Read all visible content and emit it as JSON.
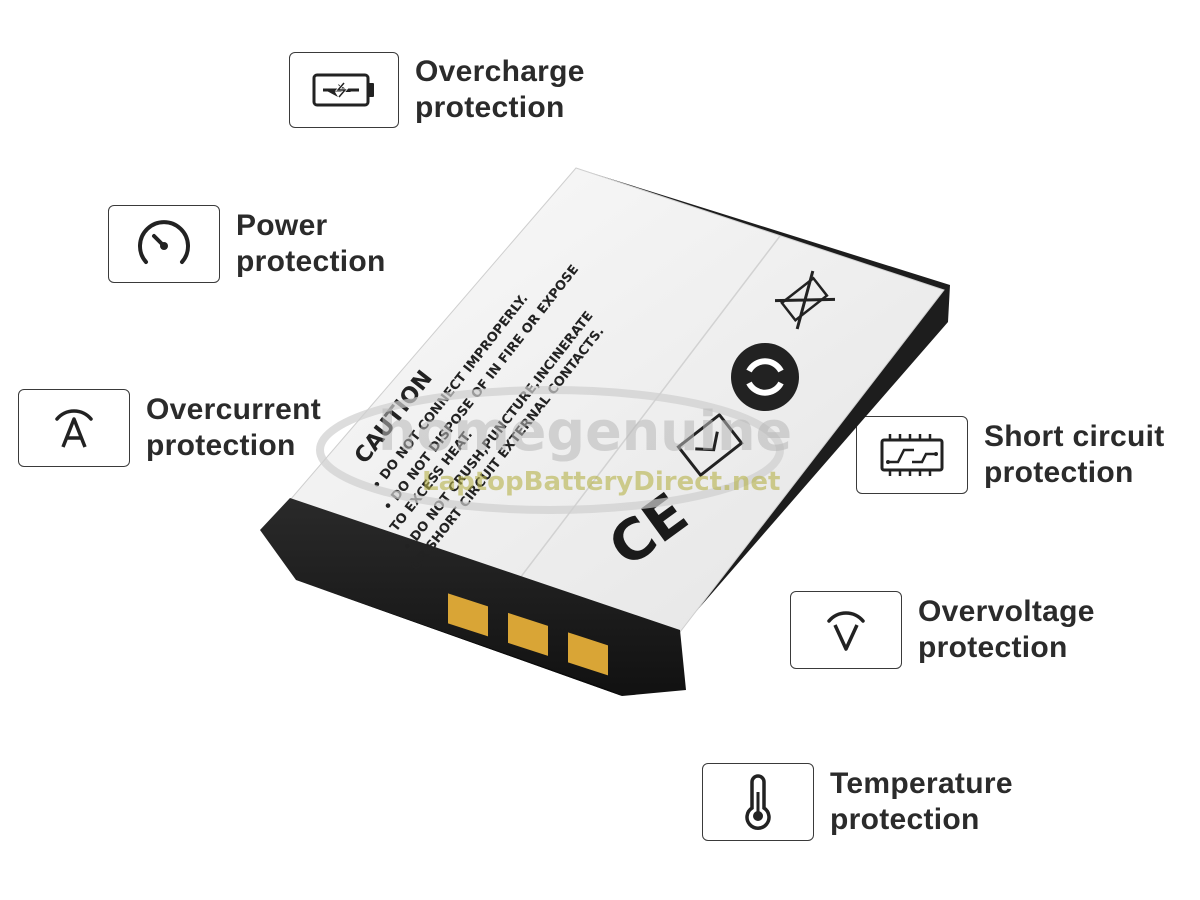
{
  "features": {
    "overcharge": {
      "line1": "Overcharge",
      "line2": "protection",
      "icon": "battery-charge-icon"
    },
    "power": {
      "line1": "Power",
      "line2": "protection",
      "icon": "gauge-icon"
    },
    "overcurrent": {
      "line1": "Overcurrent",
      "line2": "protection",
      "icon": "ampere-icon"
    },
    "short_circuit": {
      "line1": "Short circuit",
      "line2": "protection",
      "icon": "circuit-board-icon"
    },
    "overvoltage": {
      "line1": "Overvoltage",
      "line2": "protection",
      "icon": "voltage-icon"
    },
    "temperature": {
      "line1": "Temperature",
      "line2": "protection",
      "icon": "thermometer-icon"
    }
  },
  "battery": {
    "caution_title": "CAUTION",
    "warning_lines": [
      "• DO NOT CONNECT IMPROPERLY.",
      "• DO NOT DISPOSE OF IN FIRE OR EXPOSE",
      "  TO EXCESS HEAT.",
      "• DO NOT CRUSH,PUNCTURE,INCINERATE",
      "  OR SHORT CIRCUIT EXTERNAL CONTACTS."
    ],
    "ce_mark": "CE",
    "watermark_1": "homegenuine",
    "watermark_2": "LaptopBatteryDirect.net",
    "colors": {
      "body": "#f1f1f1",
      "cap": "#1f1f1f",
      "contacts": "#d9a536"
    }
  }
}
